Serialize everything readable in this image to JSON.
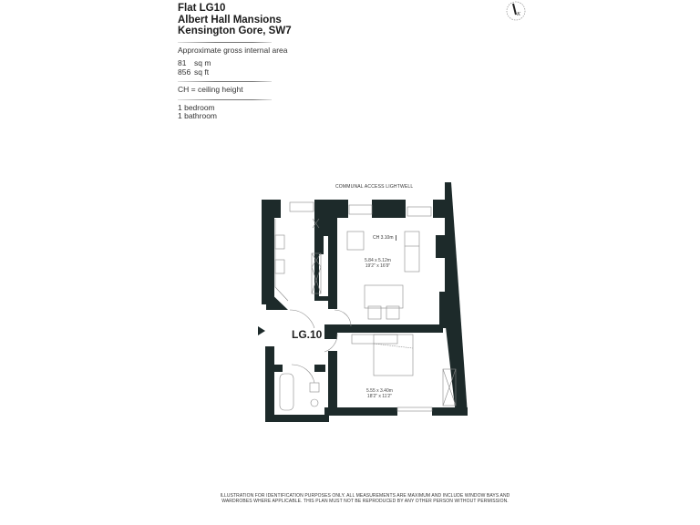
{
  "header": {
    "flat": "Flat LG10",
    "building": "Albert Hall Mansions",
    "address": "Kensington Gore, SW7",
    "area_label": "Approximate gross internal area",
    "area_sqm": "81",
    "area_sqm_unit": "sq m",
    "area_sqft": "856",
    "area_sqft_unit": "sq ft",
    "ch_note": "CH = ceiling height",
    "bedrooms": "1 bedroom",
    "bathrooms": "1 bathroom"
  },
  "logo": {
    "icon": "agent-monogram-icon",
    "glyph": "K"
  },
  "plan": {
    "lightwell_label": "COMMUNAL ACCESS LIGHTWELL",
    "unit_label": "LG.10",
    "reception": {
      "ceiling": "CH 3.10m",
      "dim_m": "5.84 x 5.12m",
      "dim_ft": "19'2\" x 16'9\""
    },
    "bedroom": {
      "dim_m": "5.55 x 3.40m",
      "dim_ft": "18'2\" x 11'2\""
    },
    "entrance_icon": "entrance-arrow-icon"
  },
  "disclaimer": {
    "line1": "ILLUSTRATION FOR IDENTIFICATION PURPOSES ONLY. ALL MEASUREMENTS ARE MAXIMUM AND INCLUDE WINDOW BAYS AND",
    "line2": "WARDROBES WHERE APPLICABLE. THIS PLAN MUST NOT BE REPRODUCED BY ANY OTHER PERSON WITHOUT PERMISSION."
  },
  "colors": {
    "wall": "#1d2a2a",
    "line": "#8a8a8a"
  }
}
